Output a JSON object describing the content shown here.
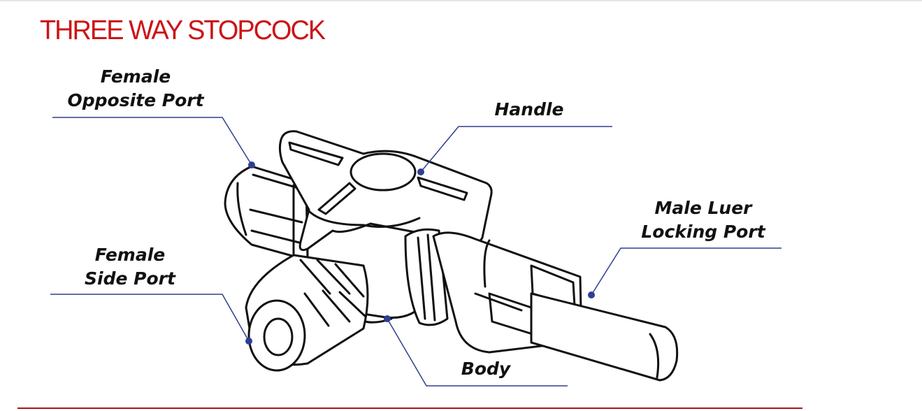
{
  "title": "THREE WAY STOPCOCK",
  "labels": {
    "female_opposite_port": [
      "Female",
      "Opposite Port"
    ],
    "handle": [
      "Handle"
    ],
    "male_luer_locking_port": [
      "Male Luer",
      "Locking Port"
    ],
    "female_side_port": [
      "Female",
      "Side Port"
    ],
    "body": [
      "Body"
    ]
  },
  "colors": {
    "title": "#cc1417",
    "leader_line": "#2e3f8f",
    "bottom_rule": "#a8141a"
  }
}
